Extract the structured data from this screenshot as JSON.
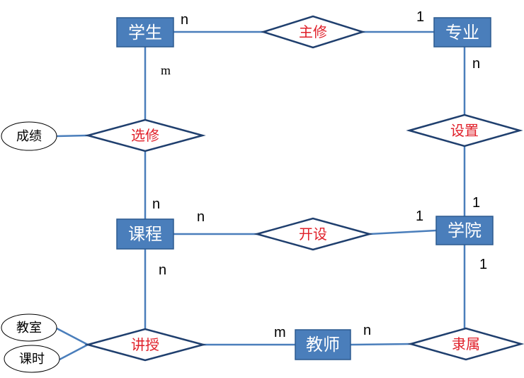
{
  "entities": {
    "student": "学生",
    "major": "专业",
    "course": "课程",
    "college": "学院",
    "teacher": "教师"
  },
  "relationships": {
    "major_in": "主修",
    "elective": "选修",
    "setup": "设置",
    "offer": "开设",
    "teach": "讲授",
    "belong": "隶属"
  },
  "attributes": {
    "grade": "成绩",
    "classroom": "教室",
    "hours": "课时"
  },
  "cardinalities": {
    "student_major_in": "n",
    "major_major_in": "1",
    "student_elective": "m",
    "major_setup": "n",
    "college_setup": "1",
    "course_elective": "n",
    "course_offer": "n",
    "college_offer": "1",
    "college_belong": "1",
    "course_teach": "n",
    "teacher_teach": "m",
    "teacher_belong": "n"
  },
  "colors": {
    "entity_fill": "#4a7ebb",
    "relationship_text": "#e0202a",
    "edge": "#4a7ebb",
    "relationship_border": "#1f3f6e"
  }
}
